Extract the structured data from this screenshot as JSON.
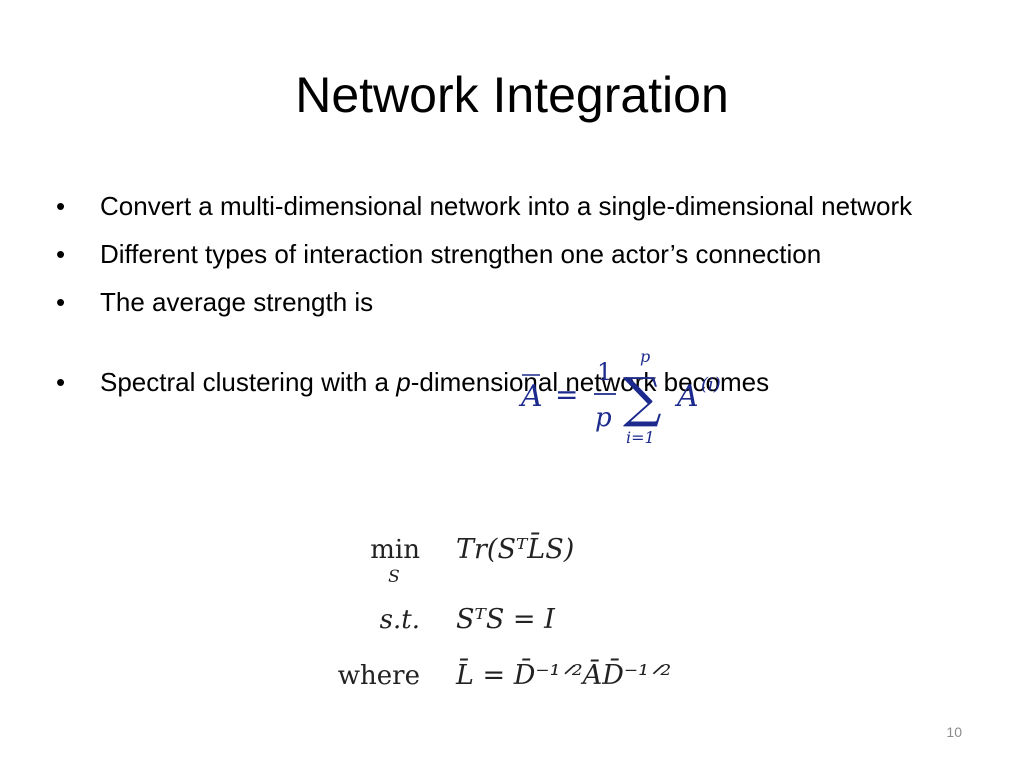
{
  "slide": {
    "title": "Network Integration",
    "page_number": "10"
  },
  "bullets": [
    {
      "text": "Convert a multi-dimensional network into a single-dimensional network"
    },
    {
      "text": "Different types of interaction strengthen one actor’s connection"
    },
    {
      "text": "The average strength is"
    },
    {
      "pre": "Spectral clustering with a ",
      "em": "p",
      "post": "-dimensional network becomes"
    }
  ],
  "formula_average": {
    "lhs": "A",
    "equals": "=",
    "numerator": "1",
    "denominator": "p",
    "sum_top": "p",
    "sum_symbol": "∑",
    "sum_bottom": "i=1",
    "term": "A",
    "term_superscript": "(i)"
  },
  "formula_spectral": {
    "rows": [
      {
        "label": "min",
        "label_sub": "S",
        "expr": "Tr(SᵀL̄S)"
      },
      {
        "label": "s.t.",
        "expr": "SᵀS = I"
      },
      {
        "label": "where",
        "expr": "L̄ = D̄⁻¹ᐟ²ĀD̄⁻¹ᐟ²"
      }
    ]
  },
  "colors": {
    "formula_blue": "#1b2a8c",
    "text": "#000000",
    "page_number": "#8c8c8c"
  }
}
